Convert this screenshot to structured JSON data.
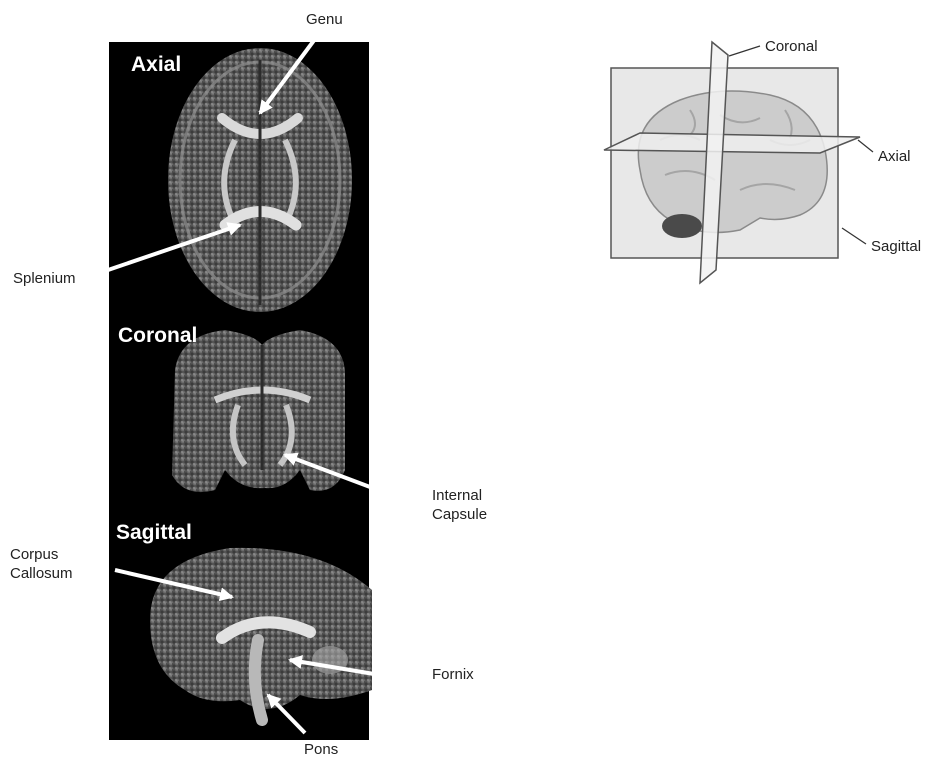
{
  "scan_panels": {
    "axial": "Axial",
    "coronal": "Coronal",
    "sagittal": "Sagittal"
  },
  "callouts": {
    "genu": "Genu",
    "splenium": "Splenium",
    "internal_capsule_line1": "Internal",
    "internal_capsule_line2": "Capsule",
    "corpus_callosum_line1": "Corpus",
    "corpus_callosum_line2": "Callosum",
    "fornix": "Fornix",
    "pons": "Pons"
  },
  "plane_diagram": {
    "coronal": "Coronal",
    "axial": "Axial",
    "sagittal": "Sagittal"
  },
  "colors": {
    "scan_background": "#000000",
    "tissue": "#6f6f6f",
    "white_matter": "#d9d9d9",
    "arrow": "#ffffff",
    "plane_fill": "#e6e6e6",
    "brain": "#cfcfcf"
  }
}
